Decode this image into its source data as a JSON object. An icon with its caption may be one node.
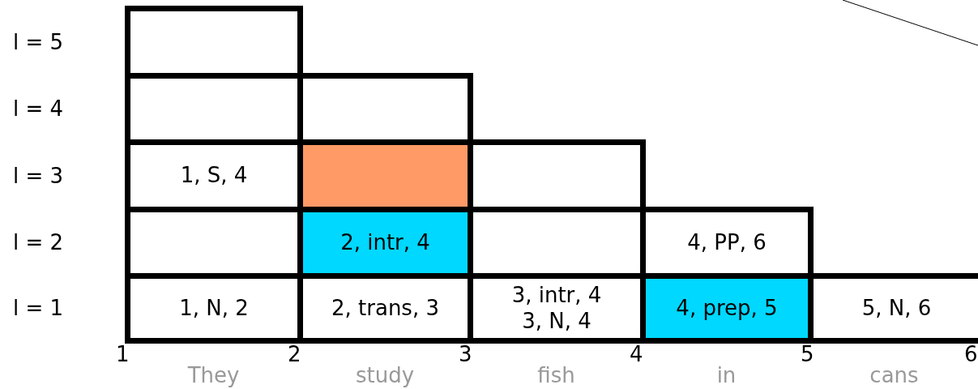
{
  "diagram": {
    "nodes": [
      {
        "text": [],
        "shape": "box"
      },
      {
        "text": [],
        "shape": "box"
      },
      {
        "text": [],
        "shape": "box"
      },
      {
        "text": [
          "1, S, 4"
        ]
      },
      {
        "text": [],
        "shape": "box"
      },
      {
        "text": [],
        "shape": "box"
      },
      {
        "text": [],
        "shape": "box"
      },
      {
        "text": [
          "2, intr, 4"
        ]
      },
      {
        "text": [],
        "shape": "box"
      },
      {
        "text": [
          "4, PP, 6"
        ]
      },
      {
        "text": [
          "1, N, 2"
        ]
      },
      {
        "text": [
          "2, trans, 3"
        ]
      },
      {
        "text": [
          "3, intr, 4",
          "3, N, 4"
        ]
      },
      {
        "text": [
          "4, prep, 5"
        ]
      },
      {
        "text": [
          "5, N, 6"
        ]
      }
    ],
    "labels": [
      "l = 5",
      "l = 4",
      "l = 3",
      "l = 2",
      "l = 1",
      "1",
      "2",
      "3",
      "4",
      "5",
      "6",
      "They",
      "study",
      "fish",
      "in",
      "cans"
    ]
  }
}
